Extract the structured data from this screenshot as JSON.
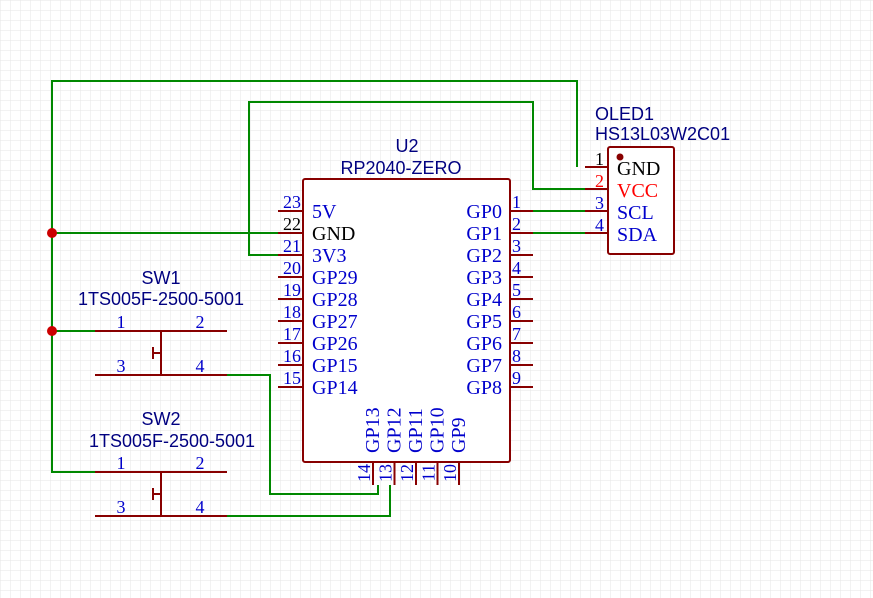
{
  "u2": {
    "designator": "U2",
    "part": "RP2040-ZERO",
    "left_pins": [
      {
        "num": "23",
        "name": "5V"
      },
      {
        "num": "22",
        "name": "GND"
      },
      {
        "num": "21",
        "name": "3V3"
      },
      {
        "num": "20",
        "name": "GP29"
      },
      {
        "num": "19",
        "name": "GP28"
      },
      {
        "num": "18",
        "name": "GP27"
      },
      {
        "num": "17",
        "name": "GP26"
      },
      {
        "num": "16",
        "name": "GP15"
      },
      {
        "num": "15",
        "name": "GP14"
      }
    ],
    "right_pins": [
      {
        "num": "1",
        "name": "GP0"
      },
      {
        "num": "2",
        "name": "GP1"
      },
      {
        "num": "3",
        "name": "GP2"
      },
      {
        "num": "4",
        "name": "GP3"
      },
      {
        "num": "5",
        "name": "GP4"
      },
      {
        "num": "6",
        "name": "GP5"
      },
      {
        "num": "7",
        "name": "GP6"
      },
      {
        "num": "8",
        "name": "GP7"
      },
      {
        "num": "9",
        "name": "GP8"
      }
    ],
    "bottom_pins": [
      {
        "num": "14",
        "name": "GP13"
      },
      {
        "num": "13",
        "name": "GP12"
      },
      {
        "num": "12",
        "name": "GP11"
      },
      {
        "num": "11",
        "name": "GP10"
      },
      {
        "num": "10",
        "name": "GP9"
      }
    ]
  },
  "oled1": {
    "designator": "OLED1",
    "part": "HS13L03W2C01",
    "pins": [
      {
        "num": "1",
        "name": "GND"
      },
      {
        "num": "2",
        "name": "VCC"
      },
      {
        "num": "3",
        "name": "SCL"
      },
      {
        "num": "4",
        "name": "SDA"
      }
    ]
  },
  "sw1": {
    "designator": "SW1",
    "part": "1TS005F-2500-5001",
    "pins": [
      "1",
      "2",
      "3",
      "4"
    ]
  },
  "sw2": {
    "designator": "SW2",
    "part": "1TS005F-2500-5001",
    "pins": [
      "1",
      "2",
      "3",
      "4"
    ]
  },
  "colors": {
    "background": "#ffffff",
    "grid": "#e6e6e6",
    "wire": "#008800",
    "junction": "#cc0000",
    "body": "#880000",
    "blue_text": "#0000cc",
    "black_text": "#000000",
    "power_text": "#ff0000",
    "ref_text": "#000080"
  }
}
